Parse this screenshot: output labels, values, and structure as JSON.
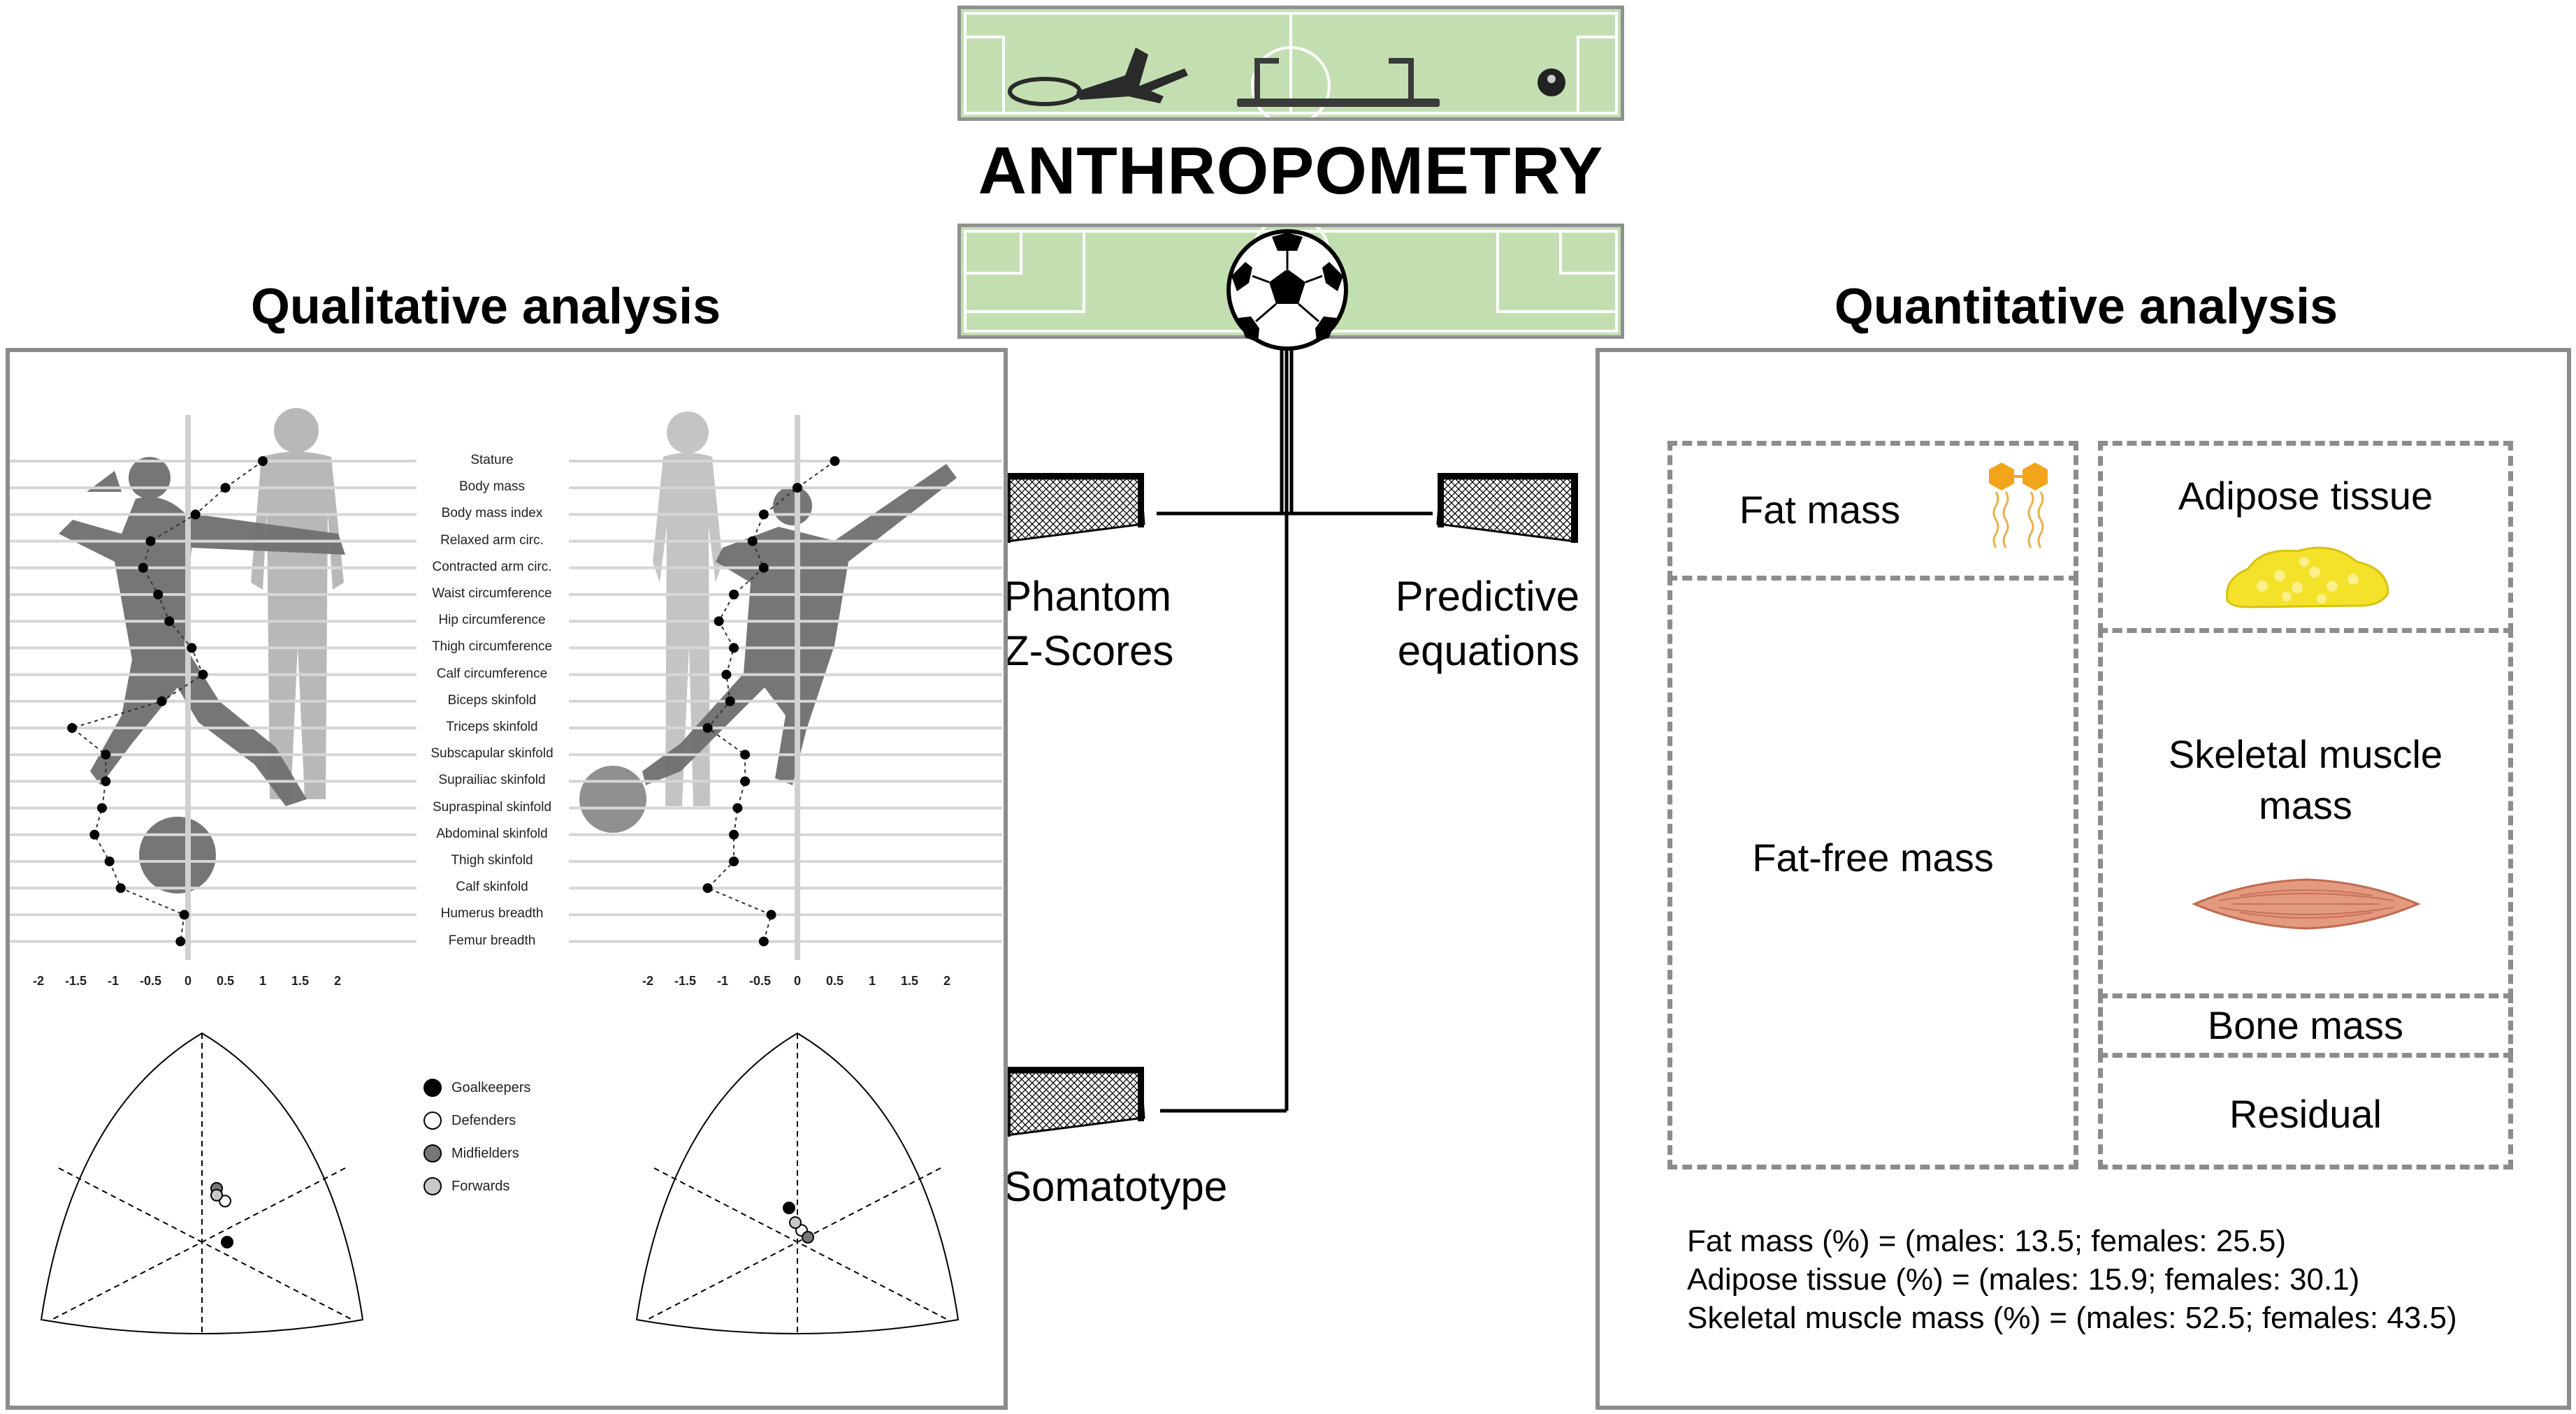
{
  "header": {
    "title": "ANTHROPOMETRY"
  },
  "qualitative": {
    "title": "Qualitative analysis",
    "variables": [
      "Stature",
      "Body mass",
      "Body mass index",
      "Relaxed arm circ.",
      "Contracted arm circ.",
      "Waist circumference",
      "Hip circumference",
      "Thigh circumference",
      "Calf circumference",
      "Biceps skinfold",
      "Triceps skinfold",
      "Subscapular skinfold",
      "Suprailiac skinfold",
      "Supraspinal skinfold",
      "Abdominal skinfold",
      "Thigh skinfold",
      "Calf skinfold",
      "Humerus breadth",
      "Femur breadth"
    ],
    "ticks": [
      "-2",
      "-1.5",
      "-1",
      "-0.5",
      "0",
      "0.5",
      "1",
      "1.5",
      "2"
    ],
    "legend": [
      "Goalkeepers",
      "Defenders",
      "Midfielders",
      "Forwards"
    ]
  },
  "center": {
    "labels": {
      "phantom": "Phantom\nZ-Scores",
      "predictive": "Predictive\nequations",
      "somatotype": "Somatotype"
    }
  },
  "quantitative": {
    "title": "Quantitative analysis",
    "boxes": {
      "fat_mass": "Fat mass",
      "fat_free_mass": "Fat-free mass",
      "adipose_tissue": "Adipose tissue",
      "skeletal_muscle": "Skeletal muscle\nmass",
      "bone_mass": "Bone mass",
      "residual": "Residual"
    },
    "results": [
      "Fat mass (%) = (males: 13.5; females: 25.5)",
      "Adipose tissue (%) = (males: 15.9; females: 30.1)",
      "Skeletal muscle mass (%) = (males: 52.5; females: 43.5)"
    ]
  },
  "chart_data": [
    {
      "type": "line",
      "title": "",
      "categories": [
        "Stature",
        "Body mass",
        "Body mass index",
        "Relaxed arm circ.",
        "Contracted arm circ.",
        "Waist circumference",
        "Hip circumference",
        "Thigh circumference",
        "Calf circumference",
        "Biceps skinfold",
        "Triceps skinfold",
        "Subscapular skinfold",
        "Suprailiac skinfold",
        "Supraspinal skinfold",
        "Abdominal skinfold",
        "Thigh skinfold",
        "Calf skinfold",
        "Humerus breadth",
        "Femur breadth"
      ],
      "values": [
        1.0,
        0.5,
        0.1,
        -0.5,
        -0.6,
        -0.4,
        -0.25,
        0.05,
        0.2,
        -0.35,
        -1.55,
        -1.1,
        -1.1,
        -1.15,
        -1.25,
        -1.05,
        -0.9,
        -0.05,
        -0.1
      ],
      "xlim": [
        -2,
        2
      ],
      "orientation": "horizontal"
    },
    {
      "type": "line",
      "title": "",
      "categories": [
        "Stature",
        "Body mass",
        "Body mass index",
        "Relaxed arm circ.",
        "Contracted arm circ.",
        "Waist circumference",
        "Hip circumference",
        "Thigh circumference",
        "Calf circumference",
        "Biceps skinfold",
        "Triceps skinfold",
        "Subscapular skinfold",
        "Suprailiac skinfold",
        "Supraspinal skinfold",
        "Abdominal skinfold",
        "Thigh skinfold",
        "Calf skinfold",
        "Humerus breadth",
        "Femur breadth"
      ],
      "values": [
        0.5,
        0.0,
        -0.45,
        -0.6,
        -0.45,
        -0.85,
        -1.05,
        -0.85,
        -0.95,
        -0.9,
        -1.2,
        -0.7,
        -0.7,
        -0.8,
        -0.85,
        -0.85,
        -1.2,
        -0.35,
        -0.45
      ],
      "xlim": [
        -2,
        2
      ],
      "orientation": "horizontal"
    },
    {
      "type": "scatter",
      "title": "",
      "series": [
        {
          "name": "Goalkeepers",
          "x": [
            0.6
          ],
          "y": [
            0.2
          ]
        },
        {
          "name": "Defenders",
          "x": [
            0.55
          ],
          "y": [
            0.62
          ]
        },
        {
          "name": "Midfielders",
          "x": [
            0.35
          ],
          "y": [
            0.75
          ]
        },
        {
          "name": "Forwards",
          "x": [
            0.35
          ],
          "y": [
            0.68
          ]
        }
      ]
    },
    {
      "type": "scatter",
      "title": "",
      "series": [
        {
          "name": "Goalkeepers",
          "x": [
            -0.2
          ],
          "y": [
            0.55
          ]
        },
        {
          "name": "Defenders",
          "x": [
            0.1
          ],
          "y": [
            0.32
          ]
        },
        {
          "name": "Midfielders",
          "x": [
            0.25
          ],
          "y": [
            0.25
          ]
        },
        {
          "name": "Forwards",
          "x": [
            -0.05
          ],
          "y": [
            0.4
          ]
        }
      ]
    }
  ]
}
